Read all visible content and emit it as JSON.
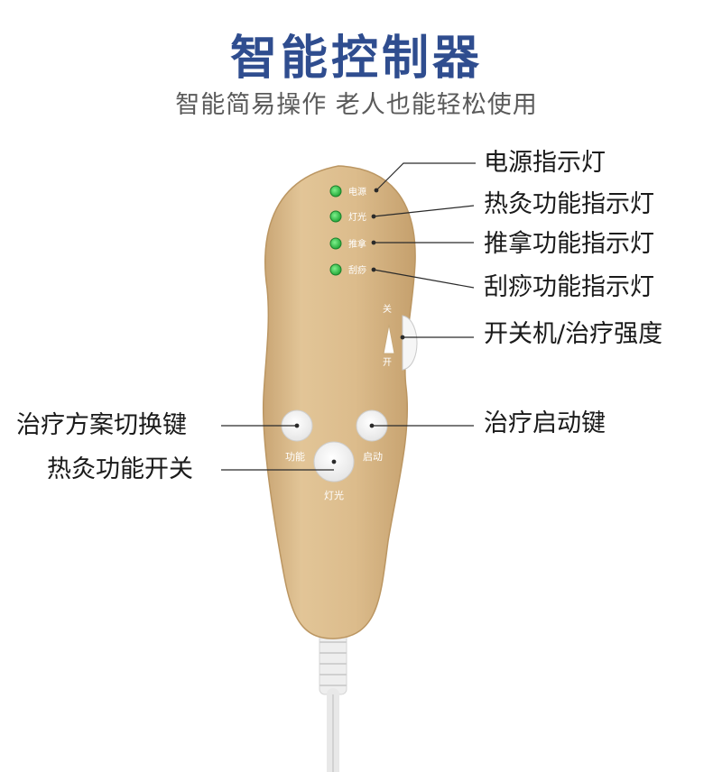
{
  "header": {
    "title": "智能控制器",
    "subtitle": "智能简易操作 老人也能轻松使用"
  },
  "device": {
    "indicators": [
      {
        "text": "电源",
        "callout": "电源指示灯"
      },
      {
        "text": "灯光",
        "callout": "热灸功能指示灯"
      },
      {
        "text": "推拿",
        "callout": "推拿功能指示灯"
      },
      {
        "text": "刮痧",
        "callout": "刮痧功能指示灯"
      }
    ],
    "switch": {
      "top_text": "关",
      "bottom_text": "开",
      "callout": "开关机/治疗强度"
    },
    "buttons": {
      "function": {
        "text": "功能",
        "callout": "治疗方案切换键"
      },
      "start": {
        "text": "启动",
        "callout": "治疗启动键"
      },
      "light": {
        "text": "灯光",
        "callout": "热灸功能开关"
      }
    },
    "colors": {
      "body": "#d9b98a",
      "led": "#35c04a",
      "title": "#2f4d8f"
    }
  }
}
